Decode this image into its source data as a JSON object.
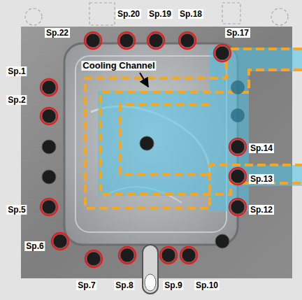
{
  "diagram": {
    "labels": [
      "Sp.22",
      "Sp.20",
      "Sp.19",
      "Sp.18",
      "Sp.17",
      "Sp.1",
      "Cooling Channel",
      "Sp.2",
      "Sp.14",
      "Sp.13",
      "Sp.5",
      "Sp.12",
      "Sp.6",
      "Sp.7",
      "Sp.8",
      "Sp.9",
      "Sp.10"
    ]
  }
}
